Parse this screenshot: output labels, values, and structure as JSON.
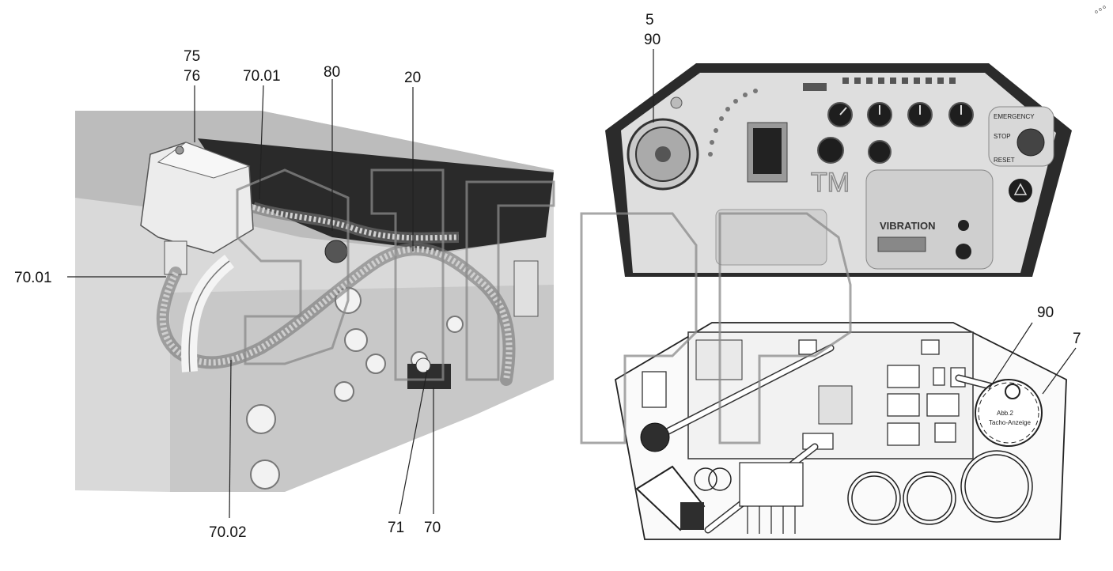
{
  "labels": {
    "l75": "75",
    "l76": "76",
    "l7001_top": "70.01",
    "l80": "80",
    "l20": "20",
    "l7001_left": "70.01",
    "l7002": "70.02",
    "l71": "71",
    "l70": "70",
    "l5": "5",
    "l90_top": "90",
    "l90_right": "90",
    "l7": "7"
  },
  "panel_text": {
    "vibration": "VIBRATION",
    "emergency": "EMERGENCY",
    "stop": "STOP",
    "reset": "RESET",
    "gauge_label_1": "Abb.2",
    "gauge_label_2": "Tacho-Anzeige"
  },
  "corner_mark": "o o o"
}
